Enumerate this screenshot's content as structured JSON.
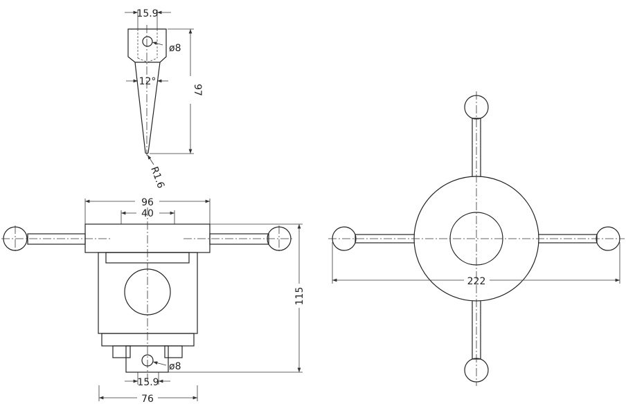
{
  "pin_view": {
    "width_dim": "15.9",
    "hole_dim": "ø8",
    "taper_angle": "12°",
    "length_dim": "97",
    "tip_radius": "R1.6"
  },
  "front_view": {
    "flange_width": "96",
    "slot_width": "40",
    "height": "115",
    "hole_dim": "ø8",
    "stem_width": "15.9",
    "body_width": "76"
  },
  "top_view": {
    "span": "222"
  },
  "line_color": "#222222"
}
